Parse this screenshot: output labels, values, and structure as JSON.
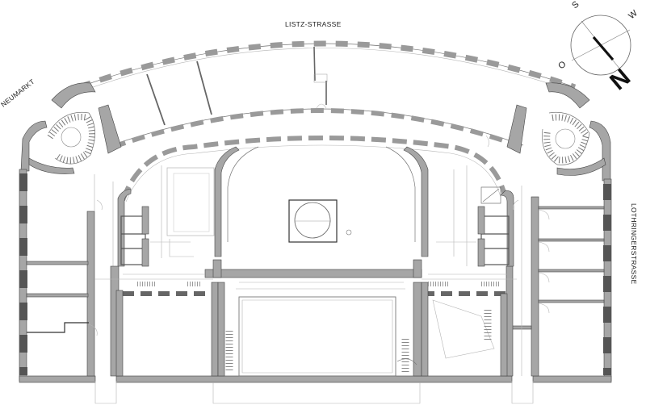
{
  "streets": {
    "north": "LISTZ-STRASSE",
    "west": "NEUMARKT",
    "east": "LOTHRINGERSTRASSE"
  },
  "compass": {
    "letters": [
      "S",
      "W",
      "O",
      "N"
    ]
  },
  "colors": {
    "wall_fill": "#a6a6a6",
    "wall_stroke": "#444444",
    "background": "#ffffff"
  }
}
